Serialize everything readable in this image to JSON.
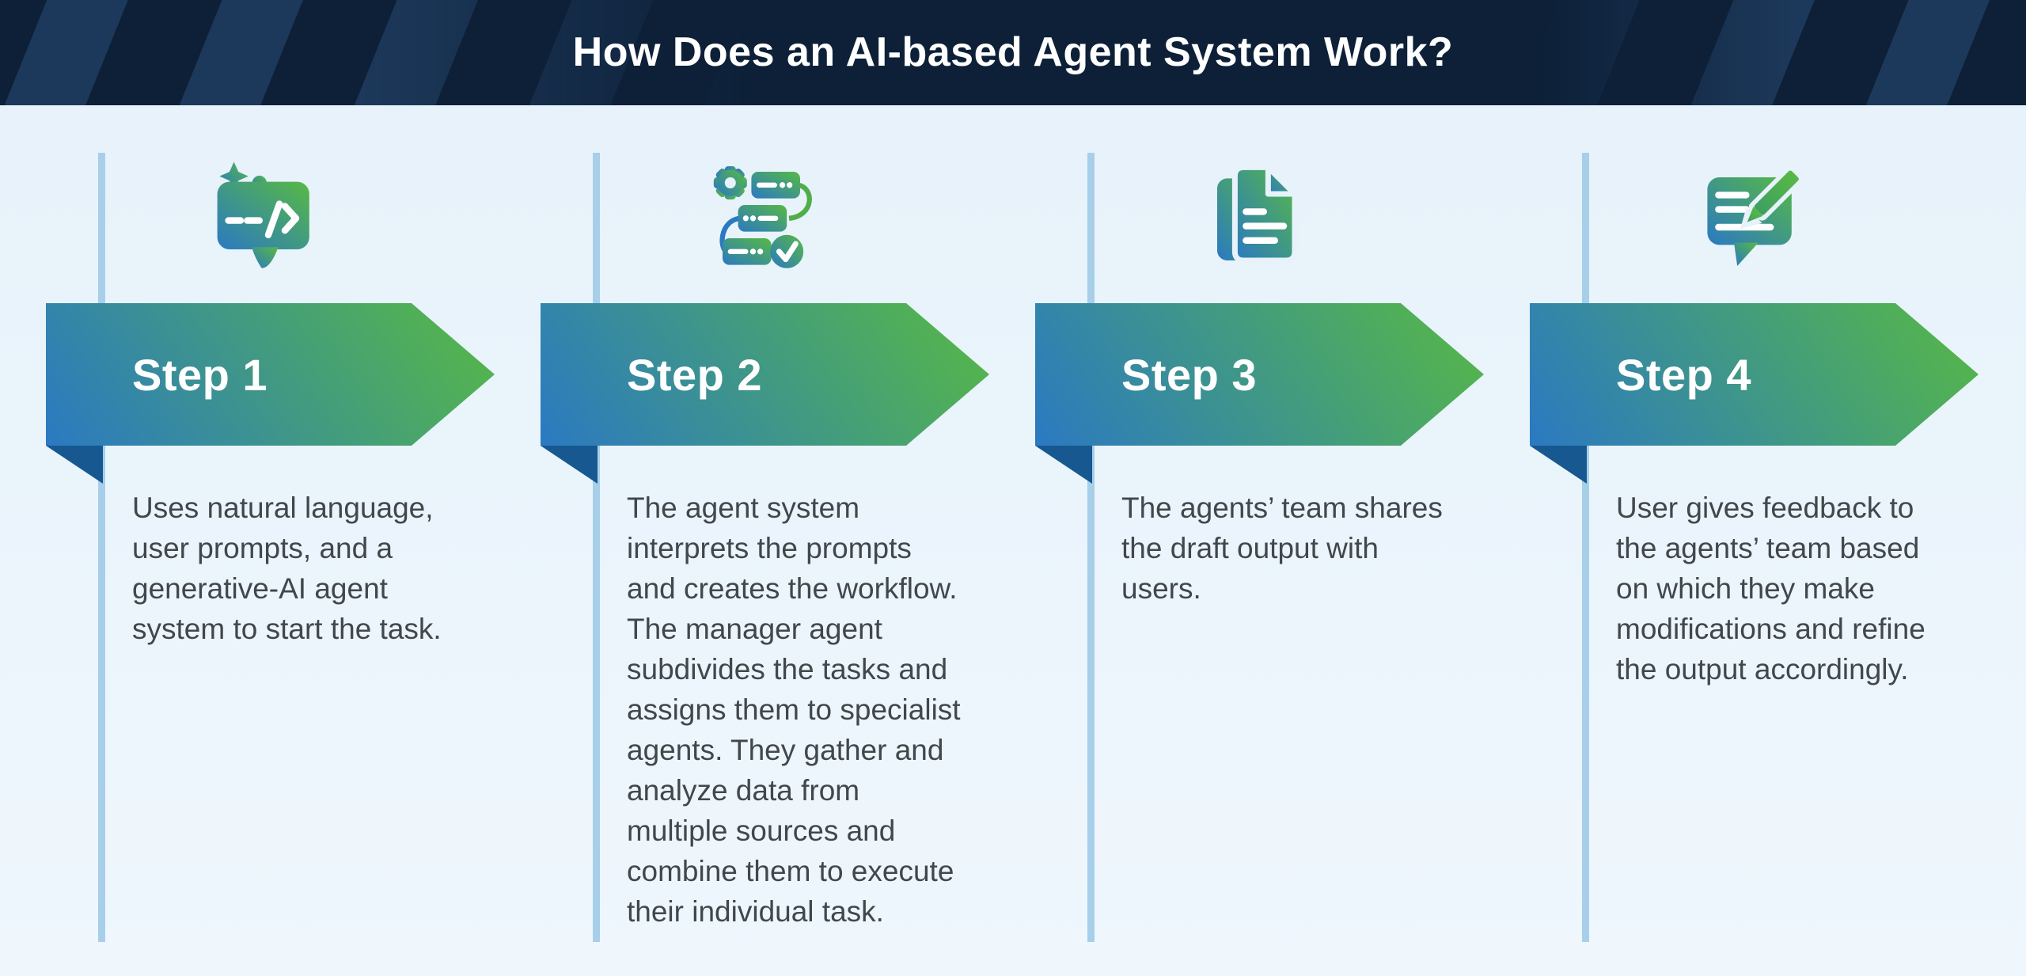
{
  "header": {
    "title": "How Does an AI-based Agent System Work?"
  },
  "steps": [
    {
      "label": "Step 1",
      "icon": "code-chat-bubble-icon",
      "description_lines": [
        "Uses natural language,",
        "user prompts, and a",
        "generative-AI agent",
        "system to start the task."
      ]
    },
    {
      "label": "Step 2",
      "icon": "workflow-gear-tasks-icon",
      "description_lines": [
        "The agent system",
        "interprets the prompts",
        "and creates the workflow.",
        "The manager agent",
        "subdivides the tasks and",
        "assigns them to specialist",
        "agents. They gather and",
        "analyze data from",
        "multiple sources and",
        "combine them to execute",
        "their individual task."
      ]
    },
    {
      "label": "Step 3",
      "icon": "draft-documents-icon",
      "description_lines": [
        "The agents’ team shares",
        "the draft output with",
        "users."
      ]
    },
    {
      "label": "Step 4",
      "icon": "feedback-edit-bubble-icon",
      "description_lines": [
        "User gives feedback to",
        "the agents’ team based",
        "on which they make",
        "modifications and refine",
        "the output accordingly."
      ]
    }
  ],
  "colors": {
    "header_bg": "#0d2038",
    "stripe": "#2a4d77",
    "title_color": "#ffffff",
    "panel_top": "#e7f2fa",
    "panel_bottom": "#eff7fd",
    "timeline": "#a7cfe9",
    "grad_start": "#2b79c2",
    "grad_end": "#57b944",
    "fold": "#16588f",
    "body_text": "#41474b"
  }
}
